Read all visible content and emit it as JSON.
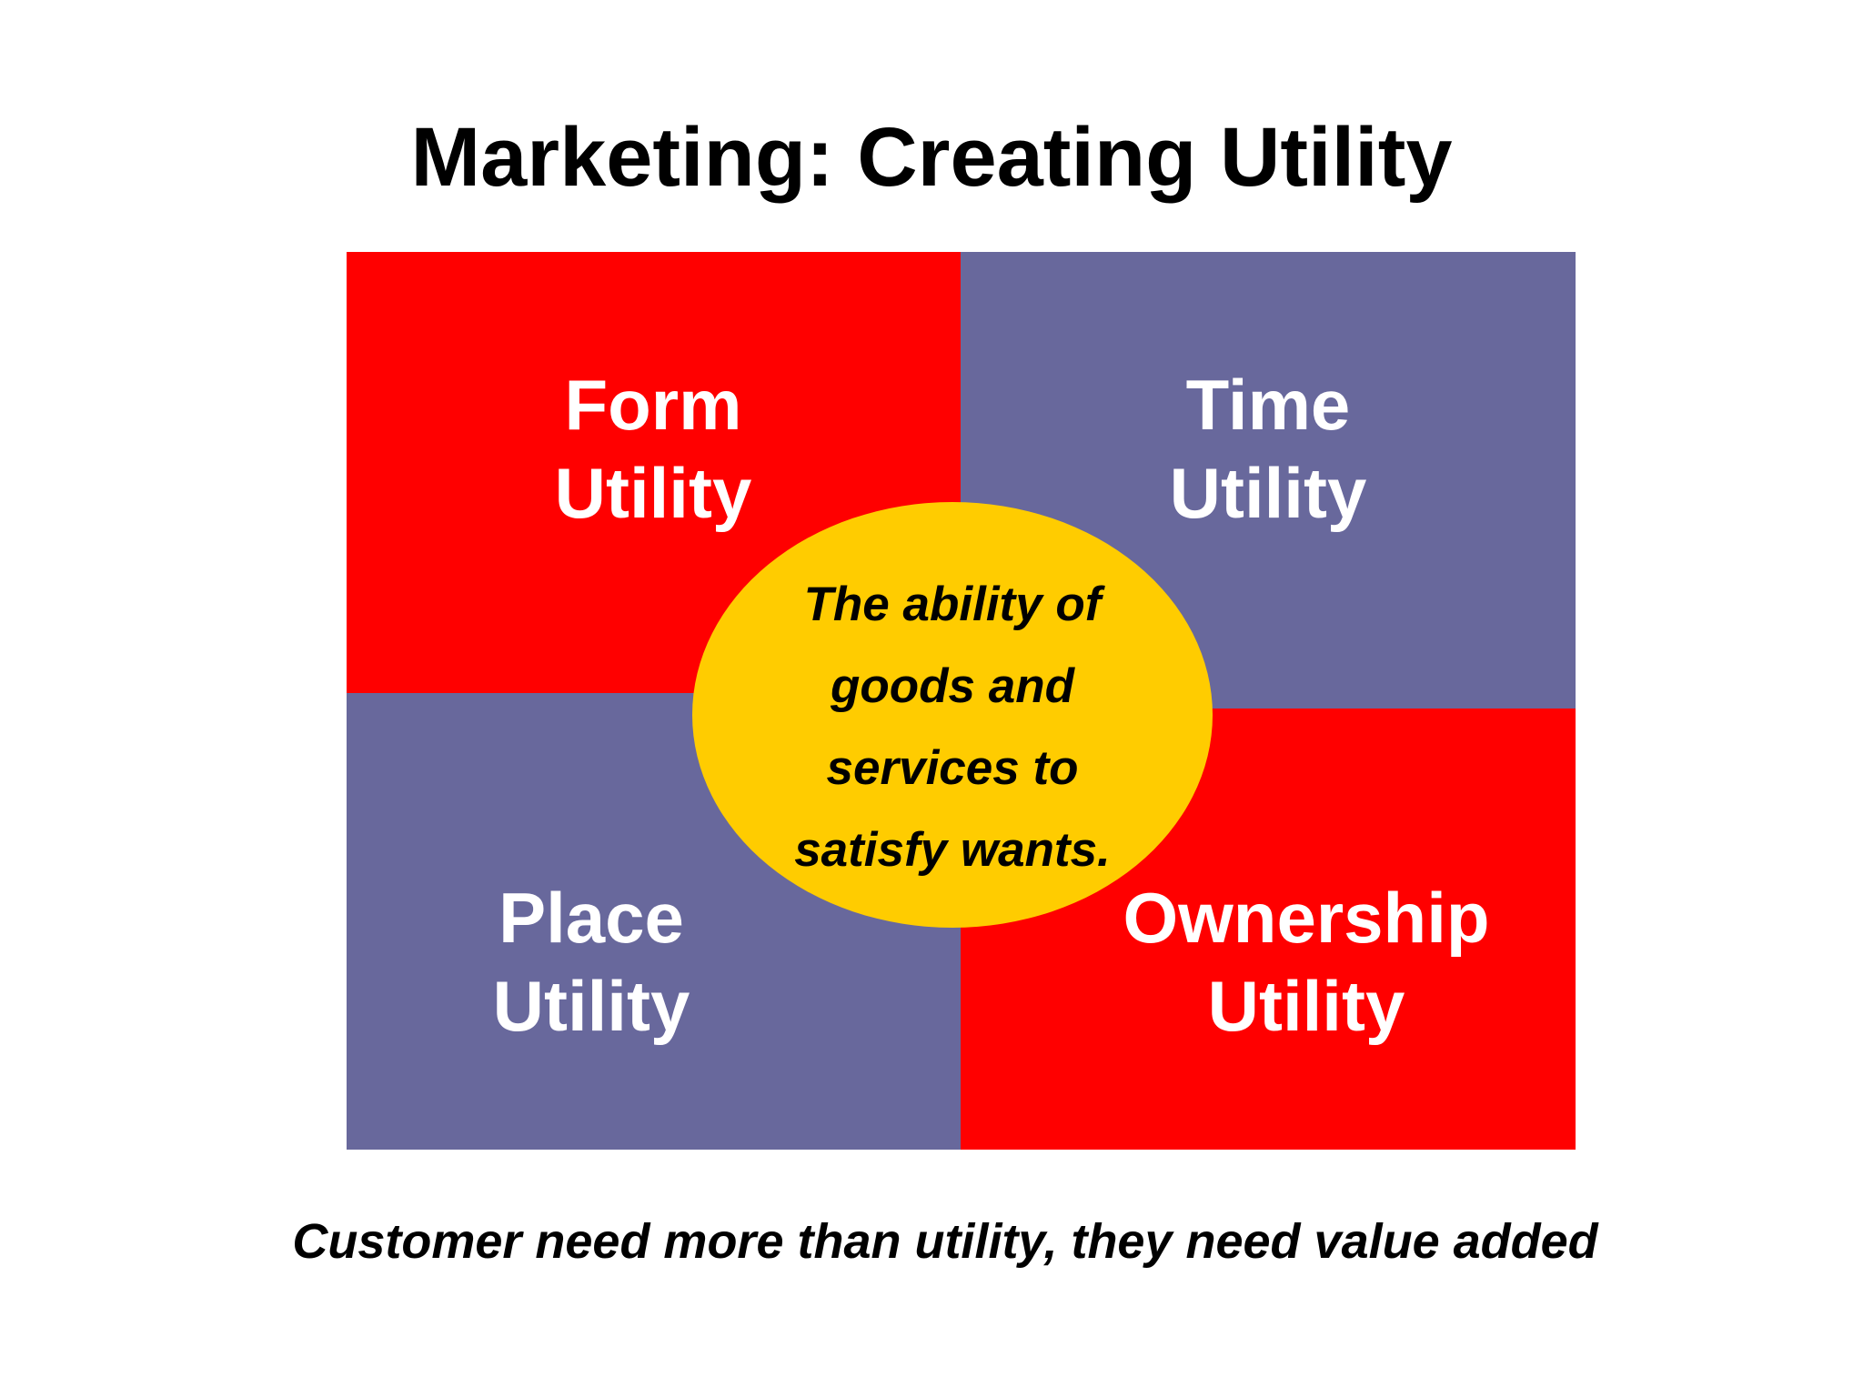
{
  "title": "Marketing: Creating Utility",
  "colors": {
    "red": "#ff0000",
    "purple": "#68689c",
    "yellow": "#ffcc00",
    "white": "#ffffff",
    "black": "#000000"
  },
  "quadrants": {
    "form": {
      "line1": "Form",
      "line2": "Utility"
    },
    "time": {
      "line1": "Time",
      "line2": "Utility"
    },
    "place": {
      "line1": "Place",
      "line2": "Utility"
    },
    "ownership": {
      "line1": "Ownership",
      "line2": "Utility"
    }
  },
  "center": {
    "line1": "The ability of",
    "line2": "goods and",
    "line3": "services to",
    "line4": "satisfy wants."
  },
  "footer": "Customer need more than utility, they need value added"
}
